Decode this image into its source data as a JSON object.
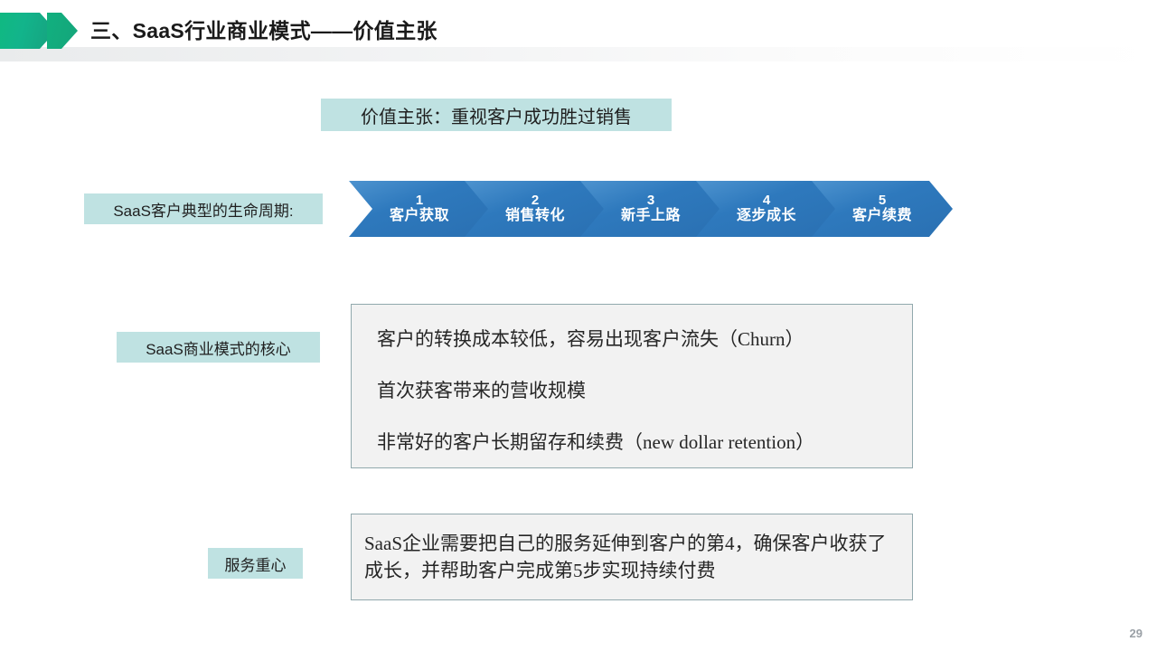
{
  "header": {
    "title": "三、SaaS行业商业模式——价值主张",
    "decoration_icon": "green-arrow-icon"
  },
  "banner": {
    "text": "价值主张：重视客户成功胜过销售"
  },
  "labels": {
    "lifecycle": "SaaS客户典型的生命周期:",
    "core": "SaaS商业模式的核心",
    "focus": "服务重心"
  },
  "process": {
    "steps": [
      {
        "number": "1",
        "label": "客户获取"
      },
      {
        "number": "2",
        "label": "销售转化"
      },
      {
        "number": "3",
        "label": "新手上路"
      },
      {
        "number": "4",
        "label": "逐步成长"
      },
      {
        "number": "5",
        "label": "客户续费"
      }
    ]
  },
  "core_box": {
    "lines": [
      "客户的转换成本较低，容易出现客户流失（Churn）",
      "首次获客带来的营收规模",
      "非常好的客户长期留存和续费（new dollar retention）"
    ]
  },
  "focus_box": {
    "text": "SaaS企业需要把自己的服务延伸到客户的第4，确保客户收获了成长，并帮助客户完成第5步实现持续付费"
  },
  "footer": {
    "page_number": "29"
  },
  "colors": {
    "accent_green": "#12b07f",
    "teal_label": "#bfe2e2",
    "chevron_blue": "#2e79bd",
    "box_border": "#91a9ad",
    "box_fill": "#f2f2f2",
    "page_number": "#9aa0a6"
  }
}
